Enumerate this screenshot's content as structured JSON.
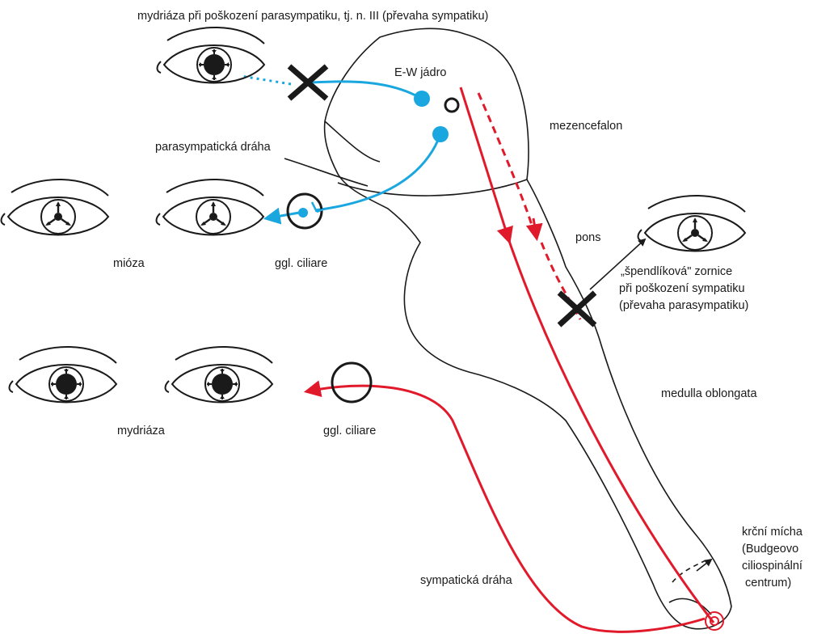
{
  "labels": {
    "top": "mydriáza při poškození parasympatiku, tj. n. III (převaha sympatiku)",
    "ew": "E-W jádro",
    "mezencefalon": "mezencefalon",
    "parasym_path": "parasympatická dráha",
    "pons": "pons",
    "mioza": "mióza",
    "ggl1": "ggl. ciliare",
    "pin1": "„špendlíková\" zornice",
    "pin2": "při poškození sympatiku",
    "pin3": "(převaha parasympatiku)",
    "medulla": "medulla oblongata",
    "mydriaza": "mydriáza",
    "ggl2": "ggl. ciliare",
    "krcni1": "krční mícha",
    "krcni2": "(Budgeovo",
    "krcni3": "ciliospinální",
    "krcni4": "centrum)",
    "sym_path": "sympatická dráha"
  },
  "colors": {
    "sympathetic": "#e11a2b",
    "parasympathetic": "#1aa7e0",
    "ink": "#1a1a1a"
  }
}
